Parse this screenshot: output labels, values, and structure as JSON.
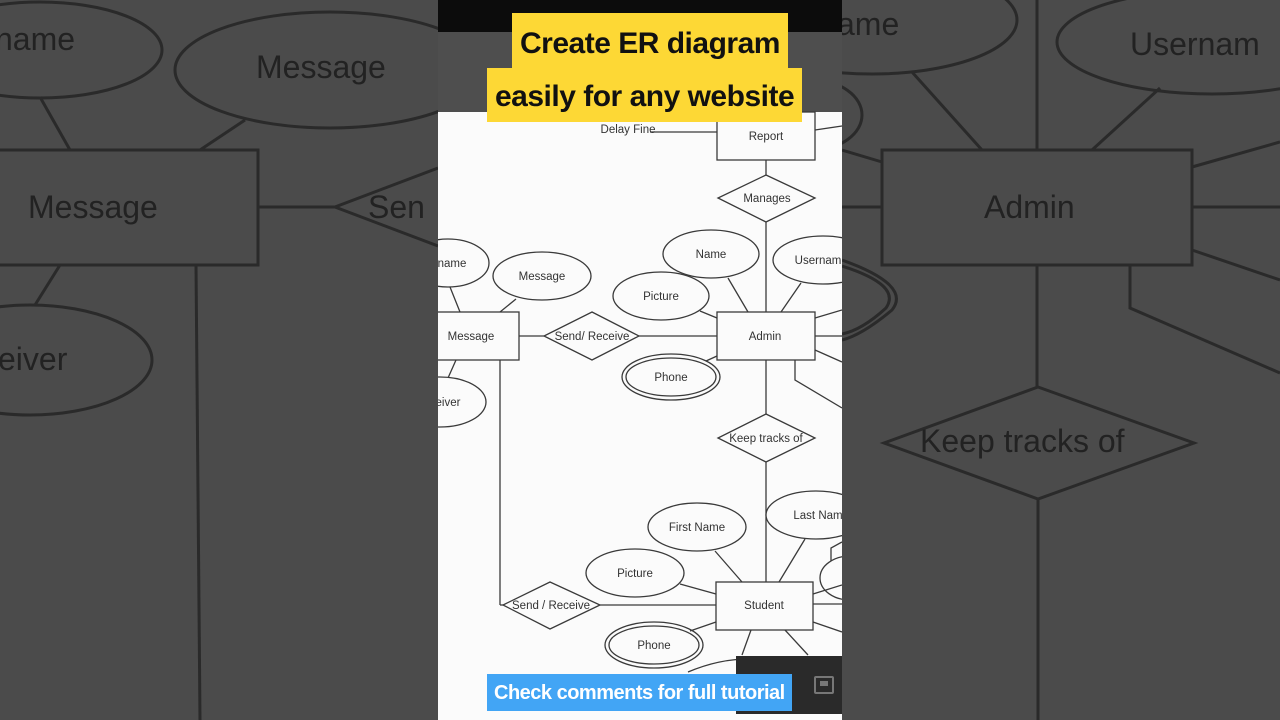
{
  "video": {
    "caption_line1": "Create ER diagram",
    "caption_line2": "easily for any website",
    "cta": "Check comments for full tutorial",
    "caption_bg": "#fdd835",
    "cta_bg": "#42a5f5",
    "overlay_icon": "comment-icon"
  },
  "diagram": {
    "entities": [
      {
        "id": "report",
        "label": "Report"
      },
      {
        "id": "admin",
        "label": "Admin"
      },
      {
        "id": "message",
        "label": "Message"
      },
      {
        "id": "student",
        "label": "Student"
      }
    ],
    "relationships": [
      {
        "id": "manages",
        "label": "Manages"
      },
      {
        "id": "send-receive-1",
        "label": "Send/ Receive"
      },
      {
        "id": "keep-tracks-of",
        "label": "Keep tracks of"
      },
      {
        "id": "send-receive-2",
        "label": "Send / Receive"
      }
    ],
    "attributes": [
      {
        "id": "delay-fine",
        "label": "Delay Fine",
        "entity": "report"
      },
      {
        "id": "admin-name",
        "label": "Name",
        "entity": "admin"
      },
      {
        "id": "admin-username",
        "label": "Usernam",
        "entity": "admin"
      },
      {
        "id": "admin-picture",
        "label": "Picture",
        "entity": "admin"
      },
      {
        "id": "admin-phone",
        "label": "Phone",
        "entity": "admin",
        "multivalued": true
      },
      {
        "id": "message-sendername",
        "label": "name",
        "entity": "message"
      },
      {
        "id": "message-message",
        "label": "Message",
        "entity": "message"
      },
      {
        "id": "message-receiver",
        "label": "eiver",
        "entity": "message"
      },
      {
        "id": "student-firstname",
        "label": "First Name",
        "entity": "student"
      },
      {
        "id": "student-lastname",
        "label": "Last Nam",
        "entity": "student"
      },
      {
        "id": "student-picture",
        "label": "Picture",
        "entity": "student"
      },
      {
        "id": "student-phone",
        "label": "Phone",
        "entity": "student",
        "multivalued": true
      }
    ]
  },
  "background_left": {
    "labels": [
      "name",
      "Message",
      "Message",
      "Sen",
      "eiver"
    ]
  },
  "background_right": {
    "labels": [
      "ame",
      "Usernam",
      "Admin",
      "Keep tracks of"
    ]
  }
}
